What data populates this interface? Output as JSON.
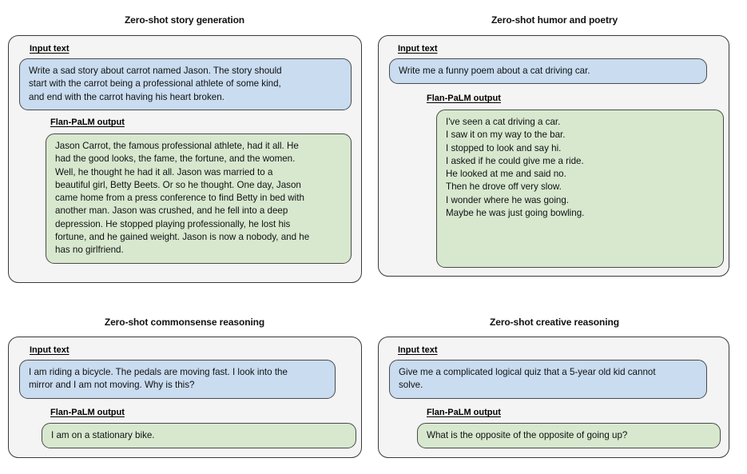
{
  "figure": {
    "background_color": "#ffffff",
    "panel_fill": "#f4f4f4",
    "panel_border_color": "#3a3a3a",
    "input_bubble_color": "#c9dcf0",
    "output_bubble_color": "#d7e8cf"
  },
  "labels": {
    "input_text": "Input text",
    "flan_palm_output": "Flan-PaLM output"
  },
  "panels": [
    {
      "id": "story-generation",
      "title": "Zero-shot story generation",
      "input_lines": [
        "Write a sad story about carrot named Jason. The story should",
        "start with the carrot being a professional athlete of some kind,",
        "and end with the carrot having his heart broken."
      ],
      "output_lines": [
        "Jason Carrot, the famous professional athlete, had it all. He",
        "had the good looks, the fame, the fortune, and the women.",
        "Well, he thought he had it all. Jason was married to a",
        "beautiful girl, Betty Beets. Or so he thought. One day, Jason",
        "came home from a press conference to find Betty in bed with",
        "another man. Jason was crushed, and he fell into a deep",
        "depression. He stopped playing professionally, he lost his",
        "fortune, and he gained weight. Jason is now a nobody, and he",
        "has no girlfriend."
      ]
    },
    {
      "id": "humor-and-poetry",
      "title": "Zero-shot humor and poetry",
      "input_lines": [
        "Write me a funny poem about a cat driving car."
      ],
      "output_lines": [
        "I've seen a cat driving a car.",
        "I saw it on my way to the bar.",
        "I stopped to look and say hi.",
        "I asked if he could give me a ride.",
        "He looked at me and said no.",
        "Then he drove off very slow.",
        "I wonder where he was going.",
        "Maybe he was just going bowling."
      ]
    },
    {
      "id": "commonsense-reasoning",
      "title": "Zero-shot commonsense reasoning",
      "input_lines": [
        "I am riding a bicycle. The pedals are moving fast. I look into the",
        "mirror and I am not moving. Why is this?"
      ],
      "output_lines": [
        "I am on a stationary bike."
      ]
    },
    {
      "id": "creative-reasoning",
      "title": "Zero-shot creative reasoning",
      "input_lines": [
        "Give me a complicated logical quiz that a 5-year old kid cannot",
        "solve."
      ],
      "output_lines": [
        "What is the opposite of the opposite of going up?"
      ]
    }
  ]
}
